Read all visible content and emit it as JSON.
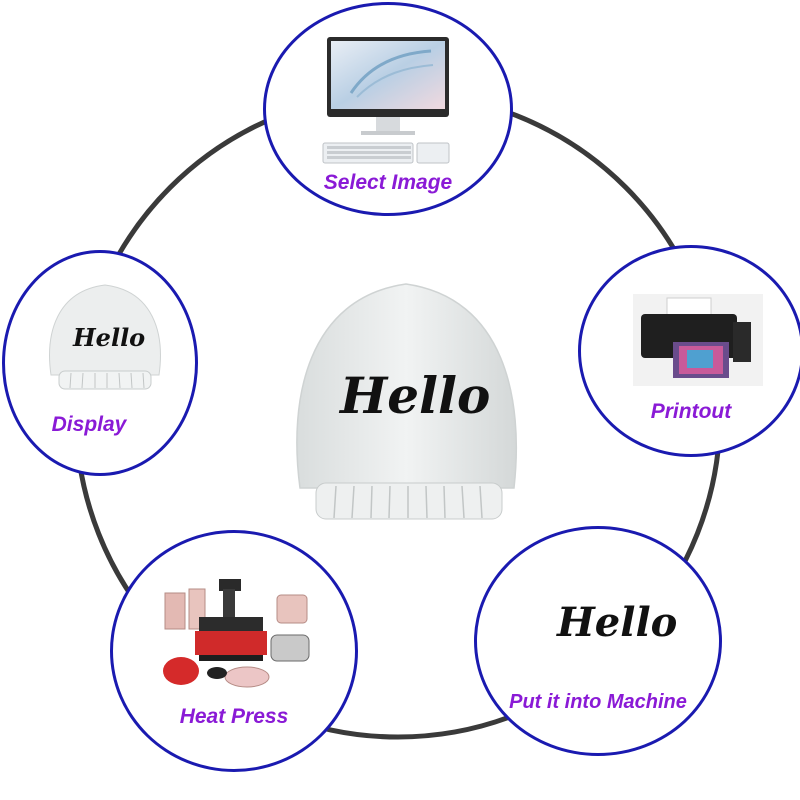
{
  "colors": {
    "ring": "#3a3a3a",
    "node_border": "#1a1ab0",
    "label": "#8a1ad6",
    "cover": "#e9ecec"
  },
  "center": {
    "hello": "Hello"
  },
  "steps": [
    {
      "id": "select-image",
      "label": "Select Image",
      "icon": "computer-monitor-icon"
    },
    {
      "id": "printout",
      "label": "Printout",
      "icon": "printer-icon"
    },
    {
      "id": "put-into-machine",
      "label": "Put it into Machine",
      "hello": "Hello"
    },
    {
      "id": "heat-press",
      "label": "Heat Press",
      "icon": "heat-press-machine-icon"
    },
    {
      "id": "display",
      "label": "Display",
      "hello": "Hello",
      "icon": "head-cover-icon"
    }
  ]
}
